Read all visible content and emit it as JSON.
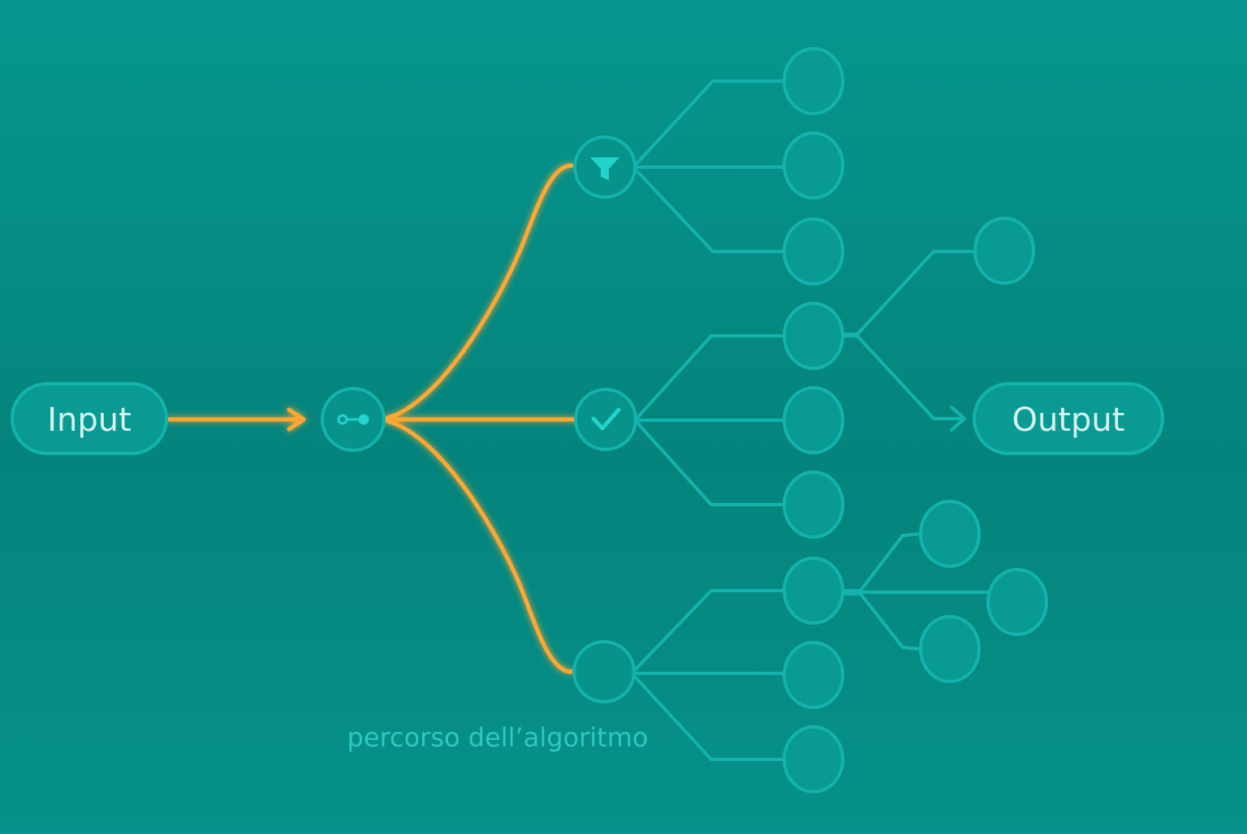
{
  "diagram": {
    "input_label": "Input",
    "output_label": "Output",
    "caption": "percorso dell’algoritmo",
    "icons": {
      "split_node": "branch-icon",
      "top_node": "filter-icon",
      "middle_node": "check-icon"
    },
    "colors": {
      "background_top": "#06968f",
      "background_bottom": "#04847c",
      "highlight_path": "#ffa733",
      "node_stroke": "#14b3ad",
      "node_fill": "#0a9a94",
      "icon": "#22d4cc",
      "label_text": "#d6f4ef",
      "caption_text": "#2ec9c2"
    }
  }
}
